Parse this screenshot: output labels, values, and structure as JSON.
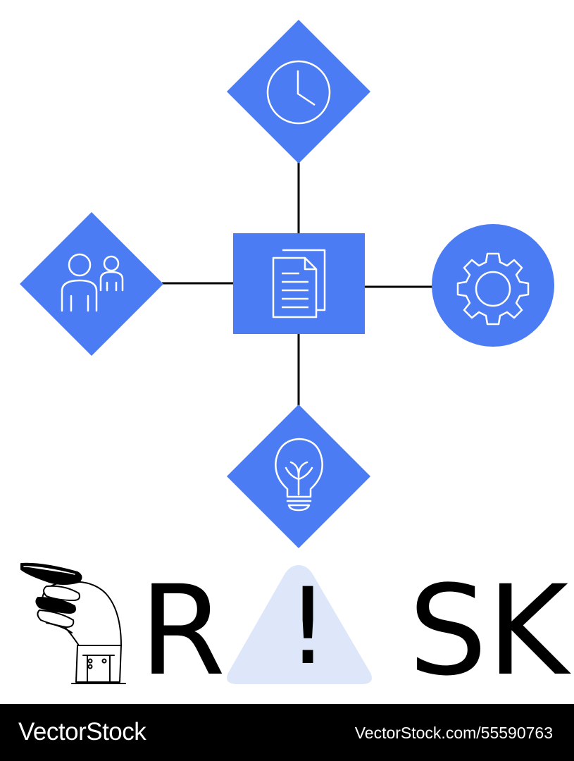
{
  "word": {
    "letter_1": "R",
    "exclamation": "!",
    "letters_2": "SK"
  },
  "footer": {
    "brand": "VectorStock",
    "id": "VectorStock.com/55590763"
  },
  "colors": {
    "node_fill": "#4b7cf3",
    "icon_stroke": "#ffffff",
    "connector": "#000000",
    "warning_triangle": "#dde7f9",
    "footer_bg": "#000000"
  },
  "icons": {
    "top": "clock-icon",
    "left": "people-icon",
    "center": "documents-icon",
    "right": "gear-icon",
    "bottom": "lightbulb-icon",
    "hand": "pointing-hand-icon",
    "warning": "warning-triangle-icon"
  }
}
